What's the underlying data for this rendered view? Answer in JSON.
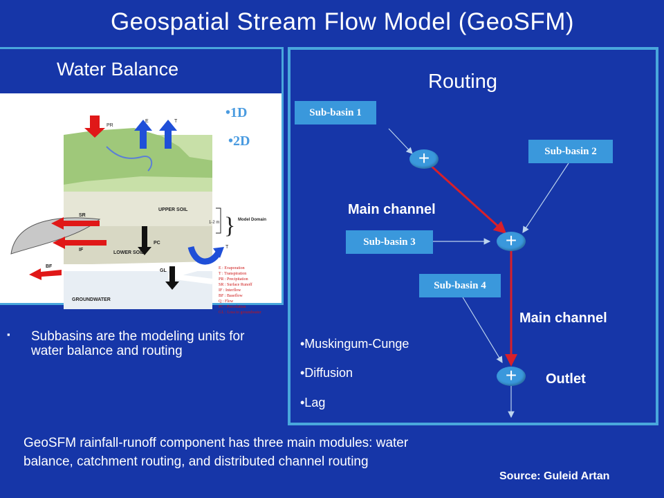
{
  "title": "Geospatial Stream Flow Model (GeoSFM)",
  "water_balance": {
    "title": "Water Balance",
    "dimensions": [
      "1D",
      "2D"
    ],
    "figure": {
      "layers": [
        "UPPER SOIL",
        "LOWER SOIL",
        "GROUNDWATER"
      ],
      "flows": [
        "PR",
        "E",
        "T",
        "SR",
        "IF",
        "BF",
        "PC",
        "GL",
        "T"
      ],
      "depth_label": "1-2 m",
      "domain_label": "Model Domain",
      "legend": [
        "E : Evaporation",
        "T : Transpiration",
        "PR : Precipitation",
        "SR : Surface Runoff",
        "IF : Interflow",
        "BF : Baseflow",
        "Q : Flow",
        "PC : Percolation",
        "GL : Loss to groundwater"
      ]
    }
  },
  "routing": {
    "title": "Routing",
    "subbasins": [
      "Sub-basin 1",
      "Sub-basin 2",
      "Sub-basin 3",
      "Sub-basin 4"
    ],
    "node_symbol": "+",
    "main_channel_label": "Main channel",
    "outlet_label": "Outlet",
    "methods": [
      "•Muskingum-Cunge",
      "•Diffusion",
      "•Lag"
    ]
  },
  "bullet": {
    "marker": "▪",
    "text": "Subbasins are the modeling units for water balance and routing"
  },
  "note": "GeoSFM rainfall-runoff component has three main modules: water balance, catchment routing, and distributed channel routing",
  "source": "Source: Guleid Artan",
  "colors": {
    "background": "#1636a8",
    "panel_border": "#49a7dc",
    "subbasin_box": "#3a98dc",
    "channel": "#d8202a",
    "dimension_text": "#4a9be0"
  }
}
